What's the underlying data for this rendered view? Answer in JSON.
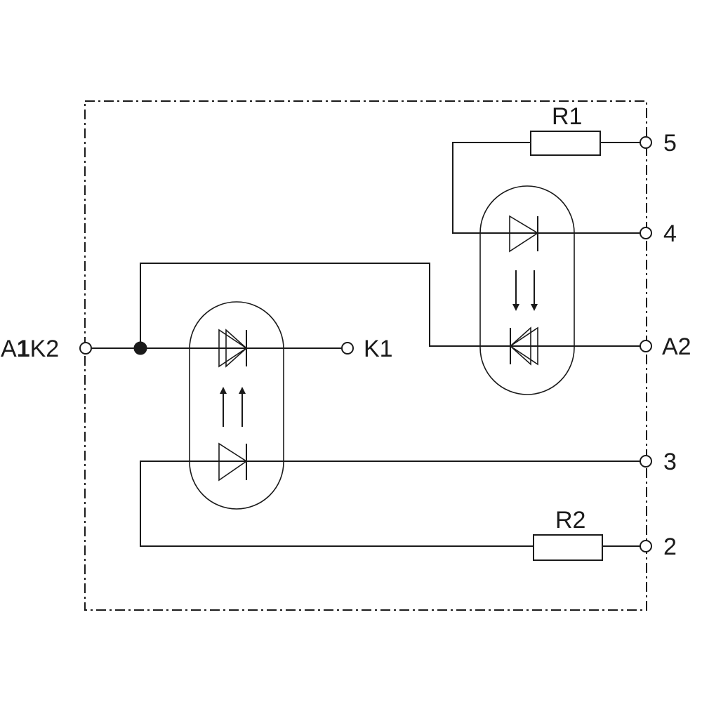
{
  "terminals": {
    "left": {
      "prefix": "A",
      "number": "1",
      "suffix": "K2"
    },
    "k1": "K1",
    "pin5": "5",
    "pin4": "4",
    "a2": "A2",
    "pin3": "3",
    "pin2": "2"
  },
  "resistors": {
    "r1": "R1",
    "r2": "R2"
  }
}
